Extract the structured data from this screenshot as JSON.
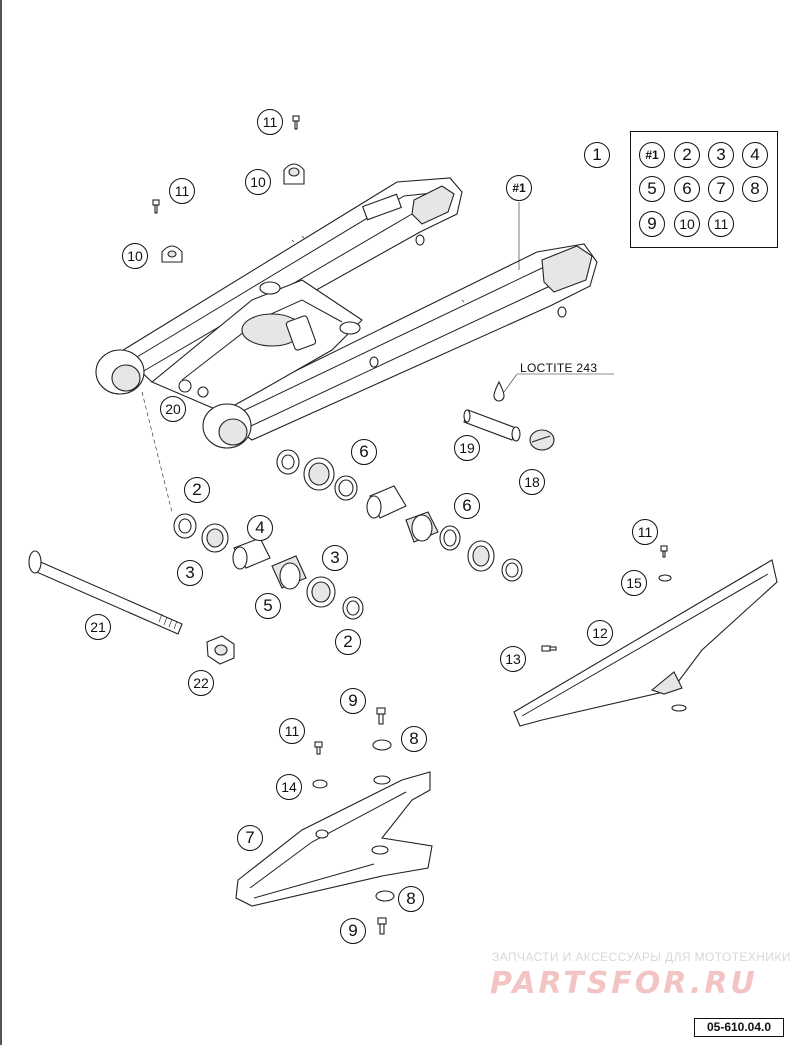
{
  "kit": {
    "main_ref": "1",
    "members": [
      "#1",
      "2",
      "3",
      "4",
      "5",
      "6",
      "7",
      "8",
      "9",
      "10",
      "11"
    ]
  },
  "callouts": {
    "c11_top": "11",
    "c10_top": "10",
    "c11_left": "11",
    "c10_left": "10",
    "c_swingarm": "#1",
    "c20": "20",
    "c6_upper": "6",
    "c19": "19",
    "c18": "18",
    "c2_left": "2",
    "c4": "4",
    "c6_right": "6",
    "c3_left": "3",
    "c3_right": "3",
    "c5": "5",
    "c2_right": "2",
    "c21": "21",
    "c22": "22",
    "c11_guard": "11",
    "c15": "15",
    "c12": "12",
    "c13": "13",
    "c9_upper": "9",
    "c11_lower": "11",
    "c8_upper": "8",
    "c14": "14",
    "c7": "7",
    "c8_lower": "8",
    "c9_lower": "9"
  },
  "loctite_label": "LOCTITE 243",
  "watermark": {
    "tagline": "ЗАПЧАСТИ И АКСЕССУАРЫ ДЛЯ МОТОТЕХНИКИ",
    "logo": "PARTSFOR.RU"
  },
  "drawing_number": "05-610.04.0",
  "colors": {
    "line": "#222222",
    "watermark_logo": "#f2c4c4",
    "watermark_text": "#d8d8d8"
  }
}
